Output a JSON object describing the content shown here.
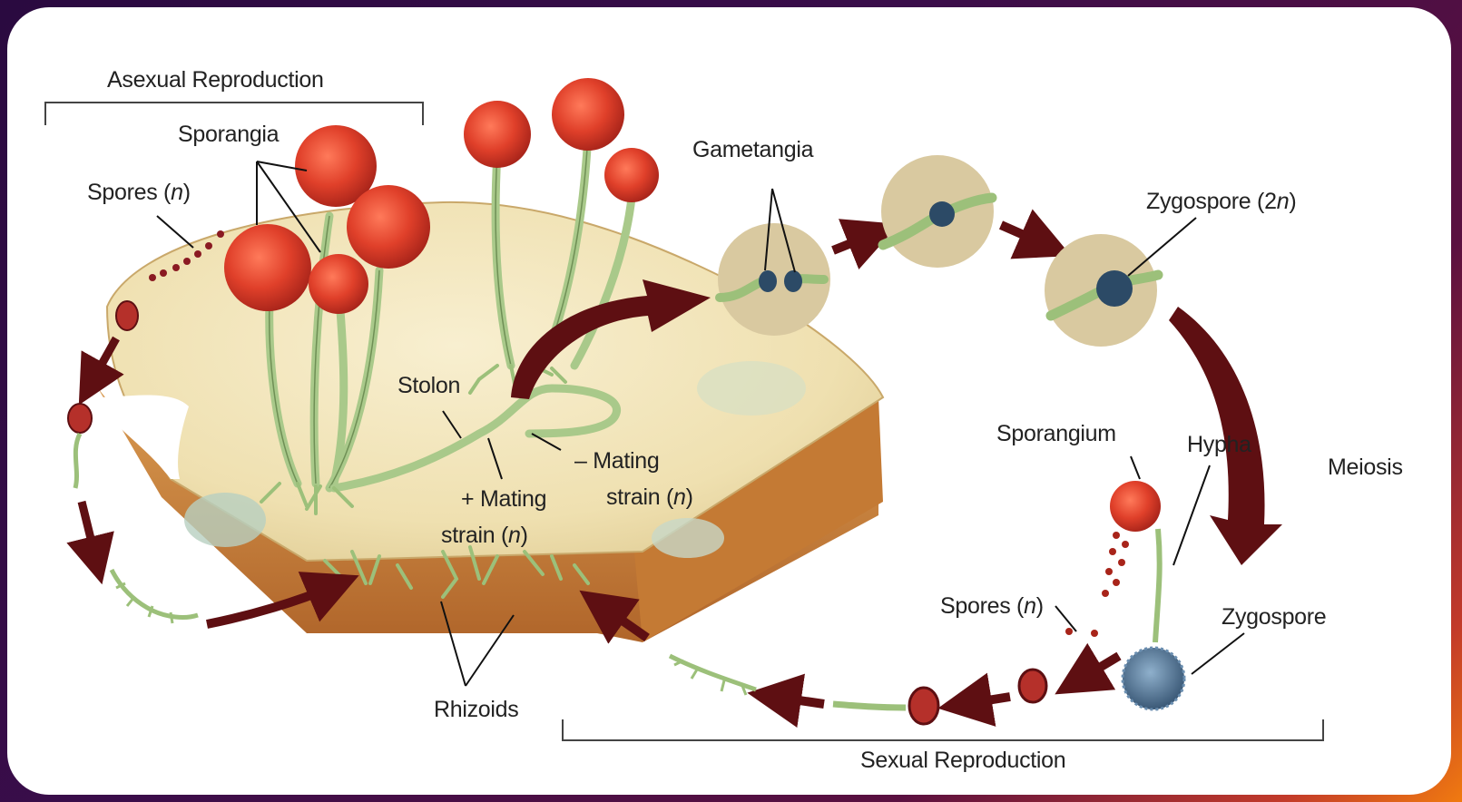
{
  "labels": {
    "asexual_reproduction": "Asexual Reproduction",
    "sexual_reproduction": "Sexual Reproduction",
    "sporangia": "Sporangia",
    "spores_top_prefix": "Spores (",
    "spores_top_n": "n",
    "spores_top_suffix": ")",
    "gametangia": "Gametangia",
    "zygospore_2n_prefix": "Zygospore (2",
    "zygospore_2n_n": "n",
    "zygospore_2n_suffix": ")",
    "stolon": "Stolon",
    "minus_mating_line1": "– Mating",
    "minus_mating_line2_prefix": "strain (",
    "minus_mating_line2_n": "n",
    "minus_mating_line2_suffix": ")",
    "plus_mating_line1": "+ Mating",
    "plus_mating_line2_prefix": "strain (",
    "plus_mating_line2_n": "n",
    "plus_mating_line2_suffix": ")",
    "rhizoids": "Rhizoids",
    "sporangium": "Sporangium",
    "hypha": "Hypha",
    "meiosis": "Meiosis",
    "spores_bottom_prefix": "Spores (",
    "spores_bottom_n": "n",
    "spores_bottom_suffix": ")",
    "zygospore": "Zygospore"
  },
  "colors": {
    "sporangium_red": "#e0402a",
    "hypha_green": "#a9c98a",
    "arrow_maroon": "#5e0f12",
    "bread_crust": "#c9803a",
    "bread_crumb": "#f2e4b4",
    "bubble_tan": "#d9c9a0",
    "zygospore_blue": "#2c4a66"
  }
}
